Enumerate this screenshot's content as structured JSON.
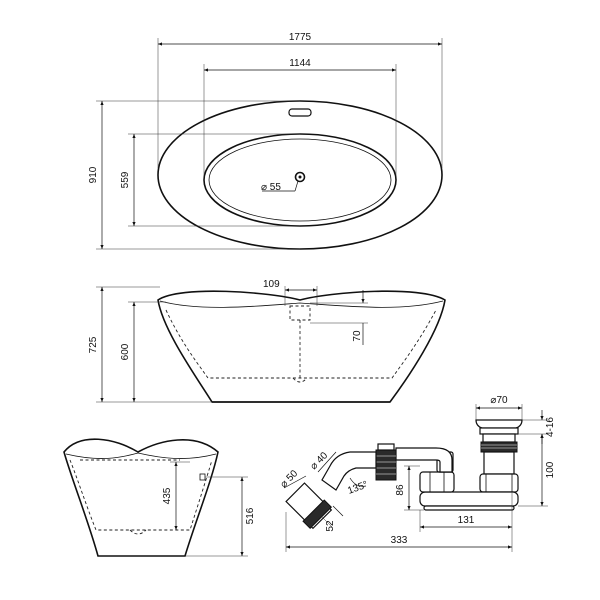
{
  "views": {
    "top": {
      "overall_length": "1775",
      "inner_length": "1144",
      "overall_width": "910",
      "inner_width": "559",
      "drain_diameter": "⌀ 55"
    },
    "side": {
      "overflow_width": "109",
      "overflow_depth": "70",
      "overall_height": "725",
      "rim_height": "600"
    },
    "end": {
      "inner_depth": "435",
      "base_height": "516"
    },
    "drain_kit": {
      "plug_diameter": "⌀70",
      "plug_range": "4-16",
      "trap_height": "100",
      "pipe_diameter_small": "⌀ 40",
      "pipe_diameter_large": "⌀ 50",
      "angle": "135°",
      "elbow_height": "86",
      "outlet_length": "52",
      "trap_length": "131",
      "overall_length": "333"
    }
  }
}
